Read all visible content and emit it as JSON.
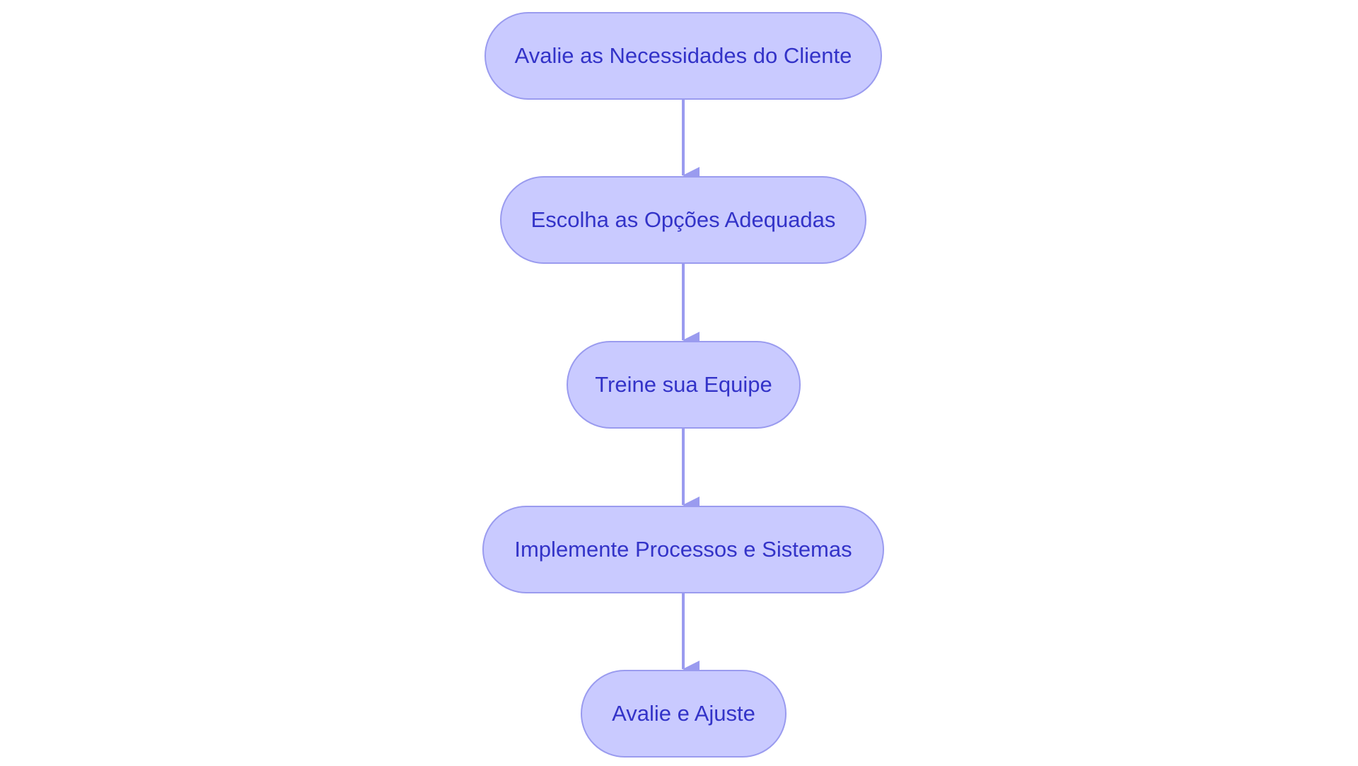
{
  "flowchart": {
    "steps": [
      {
        "label": "Avalie as Necessidades do Cliente"
      },
      {
        "label": "Escolha as Opções Adequadas"
      },
      {
        "label": "Treine sua Equipe"
      },
      {
        "label": "Implemente Processos e Sistemas"
      },
      {
        "label": "Avalie e Ajuste"
      }
    ]
  },
  "colors": {
    "node_fill": "#c9caff",
    "node_border": "#9a9bef",
    "text": "#3333c8",
    "arrow": "#9a9bef"
  }
}
